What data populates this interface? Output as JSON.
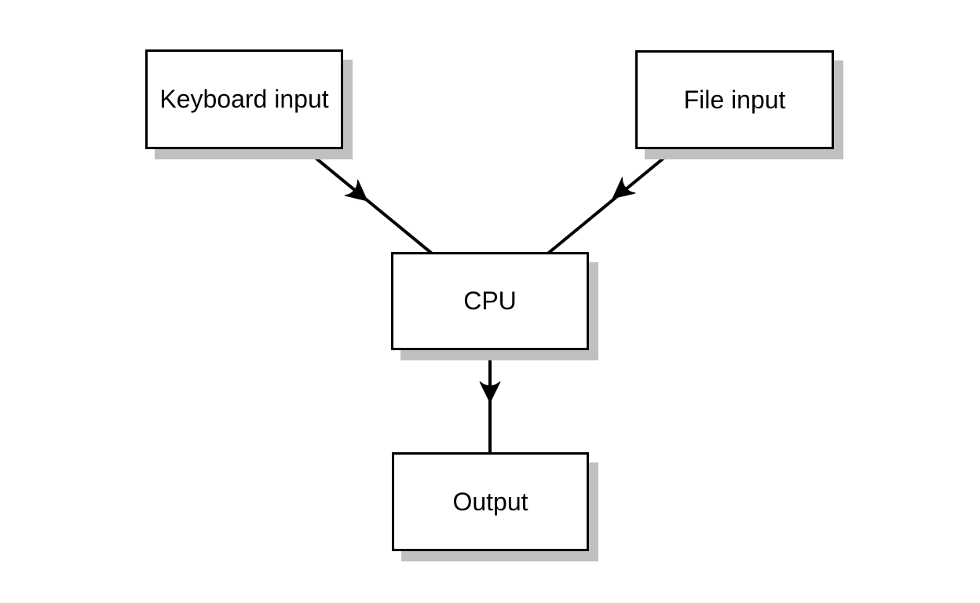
{
  "diagram": {
    "type": "flow-diagram",
    "nodes": [
      {
        "id": "keyboard-input",
        "label": "Keyboard input"
      },
      {
        "id": "file-input",
        "label": "File input"
      },
      {
        "id": "cpu",
        "label": "CPU"
      },
      {
        "id": "output",
        "label": "Output"
      }
    ],
    "edges": [
      {
        "from": "keyboard-input",
        "to": "cpu",
        "direction": "arrow-midline"
      },
      {
        "from": "file-input",
        "to": "cpu",
        "direction": "arrow-midline"
      },
      {
        "from": "cpu",
        "to": "output",
        "direction": "arrow-midline"
      }
    ],
    "colors": {
      "background": "#ffffff",
      "box_fill": "#ffffff",
      "box_border": "#000000",
      "line": "#000000",
      "shadow": "#c0c0c0",
      "text": "#000000"
    }
  }
}
